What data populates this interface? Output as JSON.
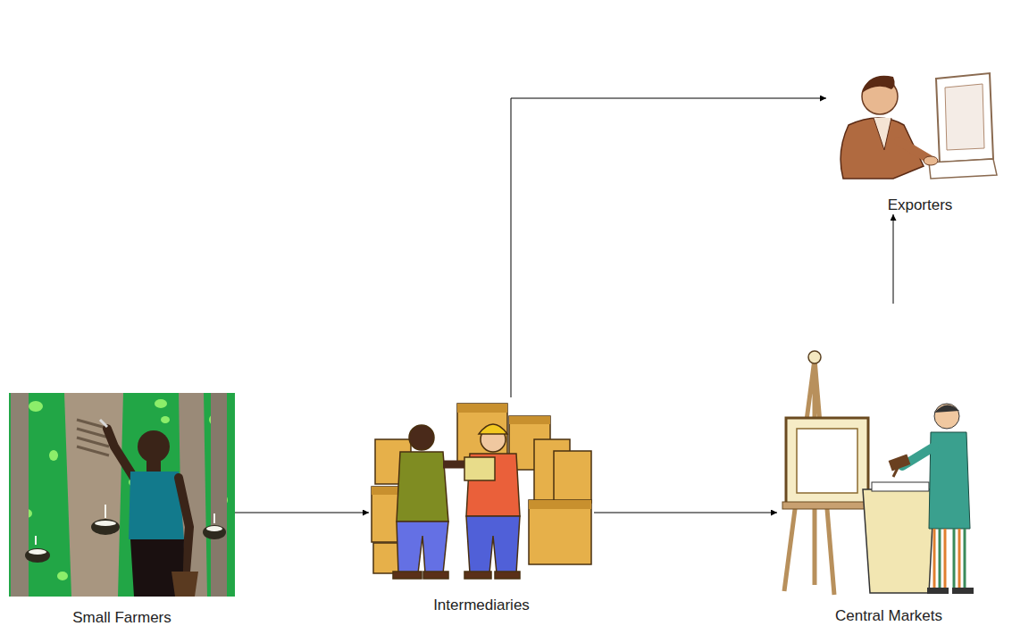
{
  "diagram": {
    "nodes": [
      {
        "text": [
          "Small Farmers"
        ]
      },
      {
        "text": [
          "Intermediaries"
        ]
      },
      {
        "text": [
          "Central Markets"
        ]
      },
      {
        "text": [
          "Exporters"
        ]
      }
    ],
    "edges": [
      {
        "from": 0,
        "to": 1,
        "arrow": "to"
      },
      {
        "from": 1,
        "to": 2,
        "arrow": "to"
      },
      {
        "from": 1,
        "to": 3,
        "arrow": "to"
      },
      {
        "from": 2,
        "to": 3,
        "arrow": "to"
      }
    ]
  }
}
